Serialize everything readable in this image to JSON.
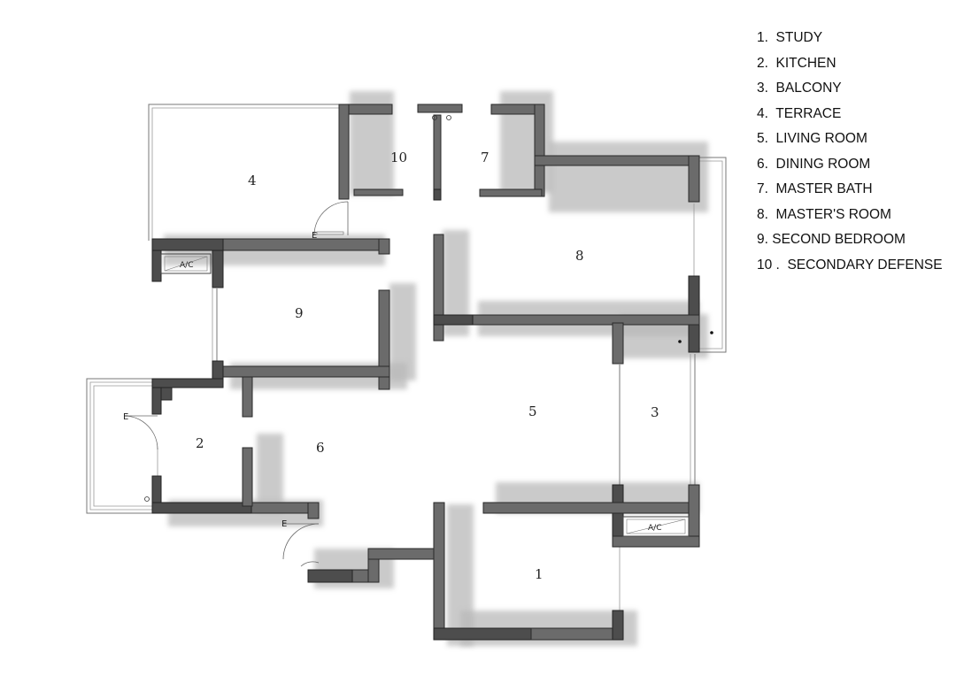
{
  "legend": [
    "1.  STUDY",
    "2.  KITCHEN",
    "3.  BALCONY",
    "4.  TERRACE",
    "5.  LIVING ROOM",
    "6.  DINING ROOM",
    "7.  MASTER BATH",
    "8.  MASTER'S ROOM",
    "9. SECOND BEDROOM",
    "10 .  SECONDARY DEFENSE"
  ],
  "room_numbers": {
    "study": "1",
    "kitchen": "2",
    "balcony": "3",
    "terrace": "4",
    "living_room": "5",
    "dining_room": "6",
    "master_bath": "7",
    "masters_room": "8",
    "second_bedroom": "9",
    "secondary_defense": "10"
  },
  "ac_label": "A/C",
  "door_mark": "E",
  "colors": {
    "wall": "#6b6b6b",
    "wall_dark": "#4d4d4d",
    "shadow": "#b9b9b9"
  }
}
